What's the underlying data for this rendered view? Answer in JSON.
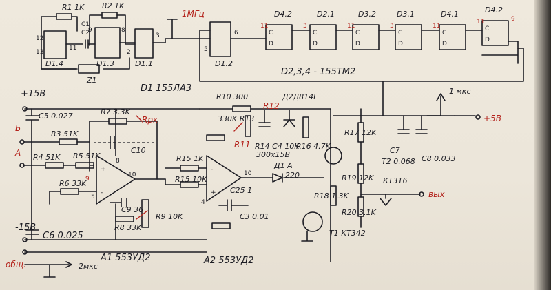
{
  "top": {
    "r1": "R1 1K",
    "r2": "R2 1K",
    "c1": "C1",
    "c2": "C2",
    "d14": "D1.4",
    "d13": "D1.3",
    "d11": "D1.1",
    "d12": "D1.2",
    "z1": "Z1",
    "freq": "1MГц",
    "d1_type": "D1 155ЛА3",
    "d2_type": "D2,3,4 - 155ТМ2",
    "ff": [
      "D4.2",
      "D2.1",
      "D3.2",
      "D3.1",
      "D4.1",
      "D4.2"
    ],
    "pulse_out": "1 мкс"
  },
  "left": {
    "plus15": "+15В",
    "minus15": "-15В",
    "c5": "C5 0.027",
    "c6": "C6 0.025",
    "b": "Б",
    "a": "А",
    "r3": "R3 51K",
    "r4": "R4 51K",
    "r5": "R5 51K",
    "r6": "R6 33K",
    "r7": "R7 3.3K",
    "rpk": "Rрк",
    "c10": "C10",
    "c9": "C9 36",
    "r8": "R8 33K",
    "r9": "R9 10K",
    "a1": "A1 553УД2",
    "gnd": "общ.",
    "pulse_in": "2мкс"
  },
  "mid": {
    "r10": "R10 300",
    "r11": "R11",
    "r12": "R12",
    "r13": "330K R13",
    "r14": "R14 C4 10K",
    "c4": "300x15В",
    "r16": "R16 4.7K",
    "r15": "R15 1K",
    "r15b": "R15 10K",
    "c25": "C25 1",
    "c3": "C3 0.01",
    "d1a": "Д1 А",
    "d1a_val": "220",
    "d2": "Д2Д814Г",
    "a2": "A2 553УД2"
  },
  "right": {
    "r17": "R17 12K",
    "r19": "R19 12K",
    "r18": "R18 1.3K",
    "r20": "R20 3.1K",
    "t1": "T1 КТ342",
    "t2": "T2 0.068",
    "t2_type": "КТ316",
    "c7": "C7",
    "c8": "C8 0.033",
    "plus5": "+5В",
    "out": "вых"
  }
}
